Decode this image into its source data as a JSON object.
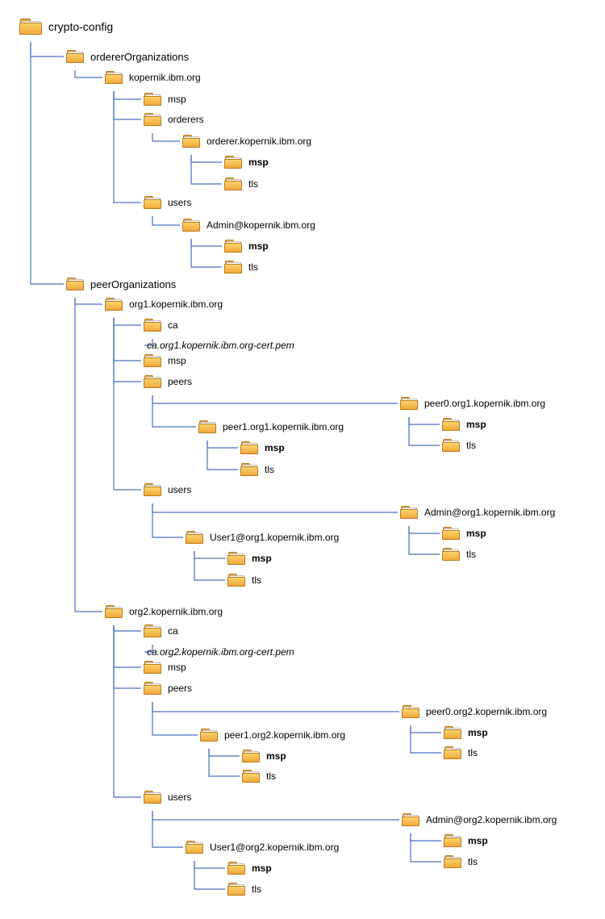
{
  "colors": {
    "connector": "#4a6fc0",
    "folder": "#f2a93b",
    "folder_edge": "#b97b1e"
  },
  "nodes": [
    {
      "label": "crypto-config",
      "icon": "folder-icon"
    },
    {
      "label": "ordererOrganizations",
      "icon": "folder-icon"
    },
    {
      "label": "kopernik.ibm.org",
      "icon": "folder-icon"
    },
    {
      "label": "msp",
      "icon": "folder-icon"
    },
    {
      "label": "orderers",
      "icon": "folder-icon"
    },
    {
      "label": "orderer.kopernik.ibm.org",
      "icon": "folder-icon"
    },
    {
      "label": "msp",
      "icon": "folder-icon"
    },
    {
      "label": "tls",
      "icon": "folder-icon"
    },
    {
      "label": "users",
      "icon": "folder-icon"
    },
    {
      "label": "Admin@kopernik.ibm.org",
      "icon": "folder-icon"
    },
    {
      "label": "msp",
      "icon": "folder-icon"
    },
    {
      "label": "tls",
      "icon": "folder-icon"
    },
    {
      "label": "peerOrganizations",
      "icon": "folder-icon"
    },
    {
      "label": "org1.kopernik.ibm.org",
      "icon": "folder-icon"
    },
    {
      "label": "ca",
      "icon": "folder-icon"
    },
    {
      "label": "ca.org1.kopernik.ibm.org-cert.pem",
      "icon": "none"
    },
    {
      "label": "msp",
      "icon": "folder-icon"
    },
    {
      "label": "peers",
      "icon": "folder-icon"
    },
    {
      "label": "peer0.org1.kopernik.ibm.org",
      "icon": "folder-icon"
    },
    {
      "label": "msp",
      "icon": "folder-icon"
    },
    {
      "label": "tls",
      "icon": "folder-icon"
    },
    {
      "label": "peer1.org1.kopernik.ibm.org",
      "icon": "folder-icon"
    },
    {
      "label": "msp",
      "icon": "folder-icon"
    },
    {
      "label": "tls",
      "icon": "folder-icon"
    },
    {
      "label": "users",
      "icon": "folder-icon"
    },
    {
      "label": "Admin@org1.kopernik.ibm.org",
      "icon": "folder-icon"
    },
    {
      "label": "msp",
      "icon": "folder-icon"
    },
    {
      "label": "tls",
      "icon": "folder-icon"
    },
    {
      "label": "User1@org1.kopernik.ibm.org",
      "icon": "folder-icon"
    },
    {
      "label": "msp",
      "icon": "folder-icon"
    },
    {
      "label": "tls",
      "icon": "folder-icon"
    },
    {
      "label": "org2.kopernik.ibm.org",
      "icon": "folder-icon"
    },
    {
      "label": "ca",
      "icon": "folder-icon"
    },
    {
      "label": "ca.org2.kopernik.ibm.org-cert.pem",
      "icon": "none"
    },
    {
      "label": "msp",
      "icon": "folder-icon"
    },
    {
      "label": "peers",
      "icon": "folder-icon"
    },
    {
      "label": "peer0.org2.kopernik.ibm.org",
      "icon": "folder-icon"
    },
    {
      "label": "msp",
      "icon": "folder-icon"
    },
    {
      "label": "tls",
      "icon": "folder-icon"
    },
    {
      "label": "peer1.org2.kopernik.ibm.org",
      "icon": "folder-icon"
    },
    {
      "label": "msp",
      "icon": "folder-icon"
    },
    {
      "label": "tls",
      "icon": "folder-icon"
    },
    {
      "label": "users",
      "icon": "folder-icon"
    },
    {
      "label": "Admin@org2.kopernik.ibm.org",
      "icon": "folder-icon"
    },
    {
      "label": "msp",
      "icon": "folder-icon"
    },
    {
      "label": "tls",
      "icon": "folder-icon"
    },
    {
      "label": "User1@org2.kopernik.ibm.org",
      "icon": "folder-icon"
    },
    {
      "label": "msp",
      "icon": "folder-icon"
    },
    {
      "label": "tls",
      "icon": "folder-icon"
    }
  ]
}
